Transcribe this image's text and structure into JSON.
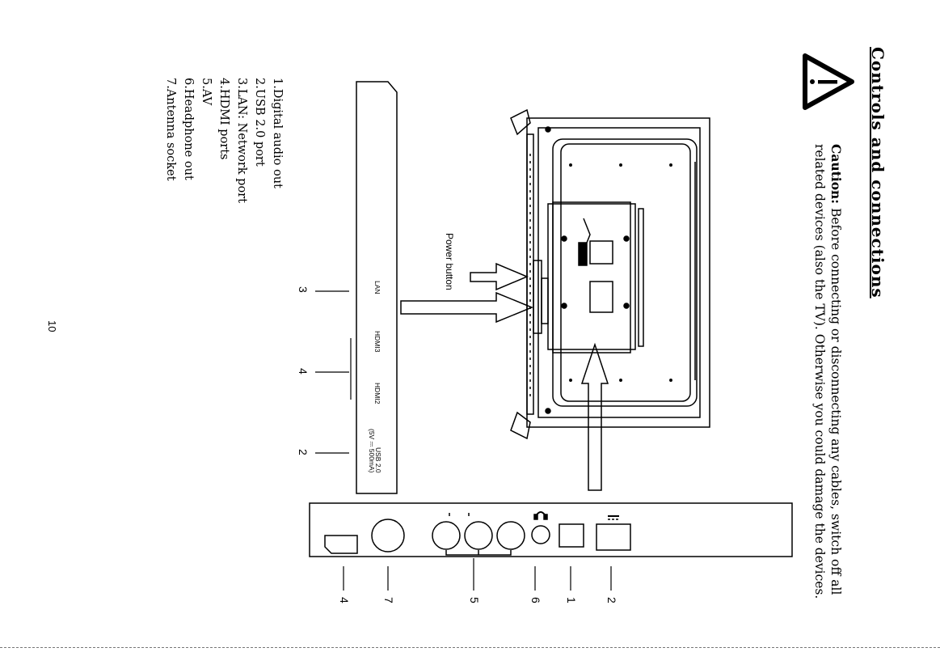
{
  "title": "Controls and connections",
  "caution": {
    "label": "Caution:",
    "line1": "Before connecting or disconnecting any cables, switch off all",
    "line2": "related devices (also the TV). Otherwise you could damage the devices."
  },
  "power_button_label": "Power button",
  "side_panel_ports": [
    "LAN",
    "HDMI3",
    "HDMI2"
  ],
  "usb_label": {
    "line1": "USB 2.0",
    "line2": "(5V ⎓ 500mA)"
  },
  "legend": [
    "1.Digital audio out",
    "2.USB 2.0 port",
    "3.LAN: Network port",
    "4.HDMI ports",
    "5.AV",
    "6.Headphone out",
    "7.Antenna socket"
  ],
  "callouts": {
    "side": [
      "3",
      "4",
      "2"
    ],
    "bottom": [
      "4",
      "7",
      "5",
      "6",
      "1",
      "2"
    ]
  },
  "page_number": "10"
}
